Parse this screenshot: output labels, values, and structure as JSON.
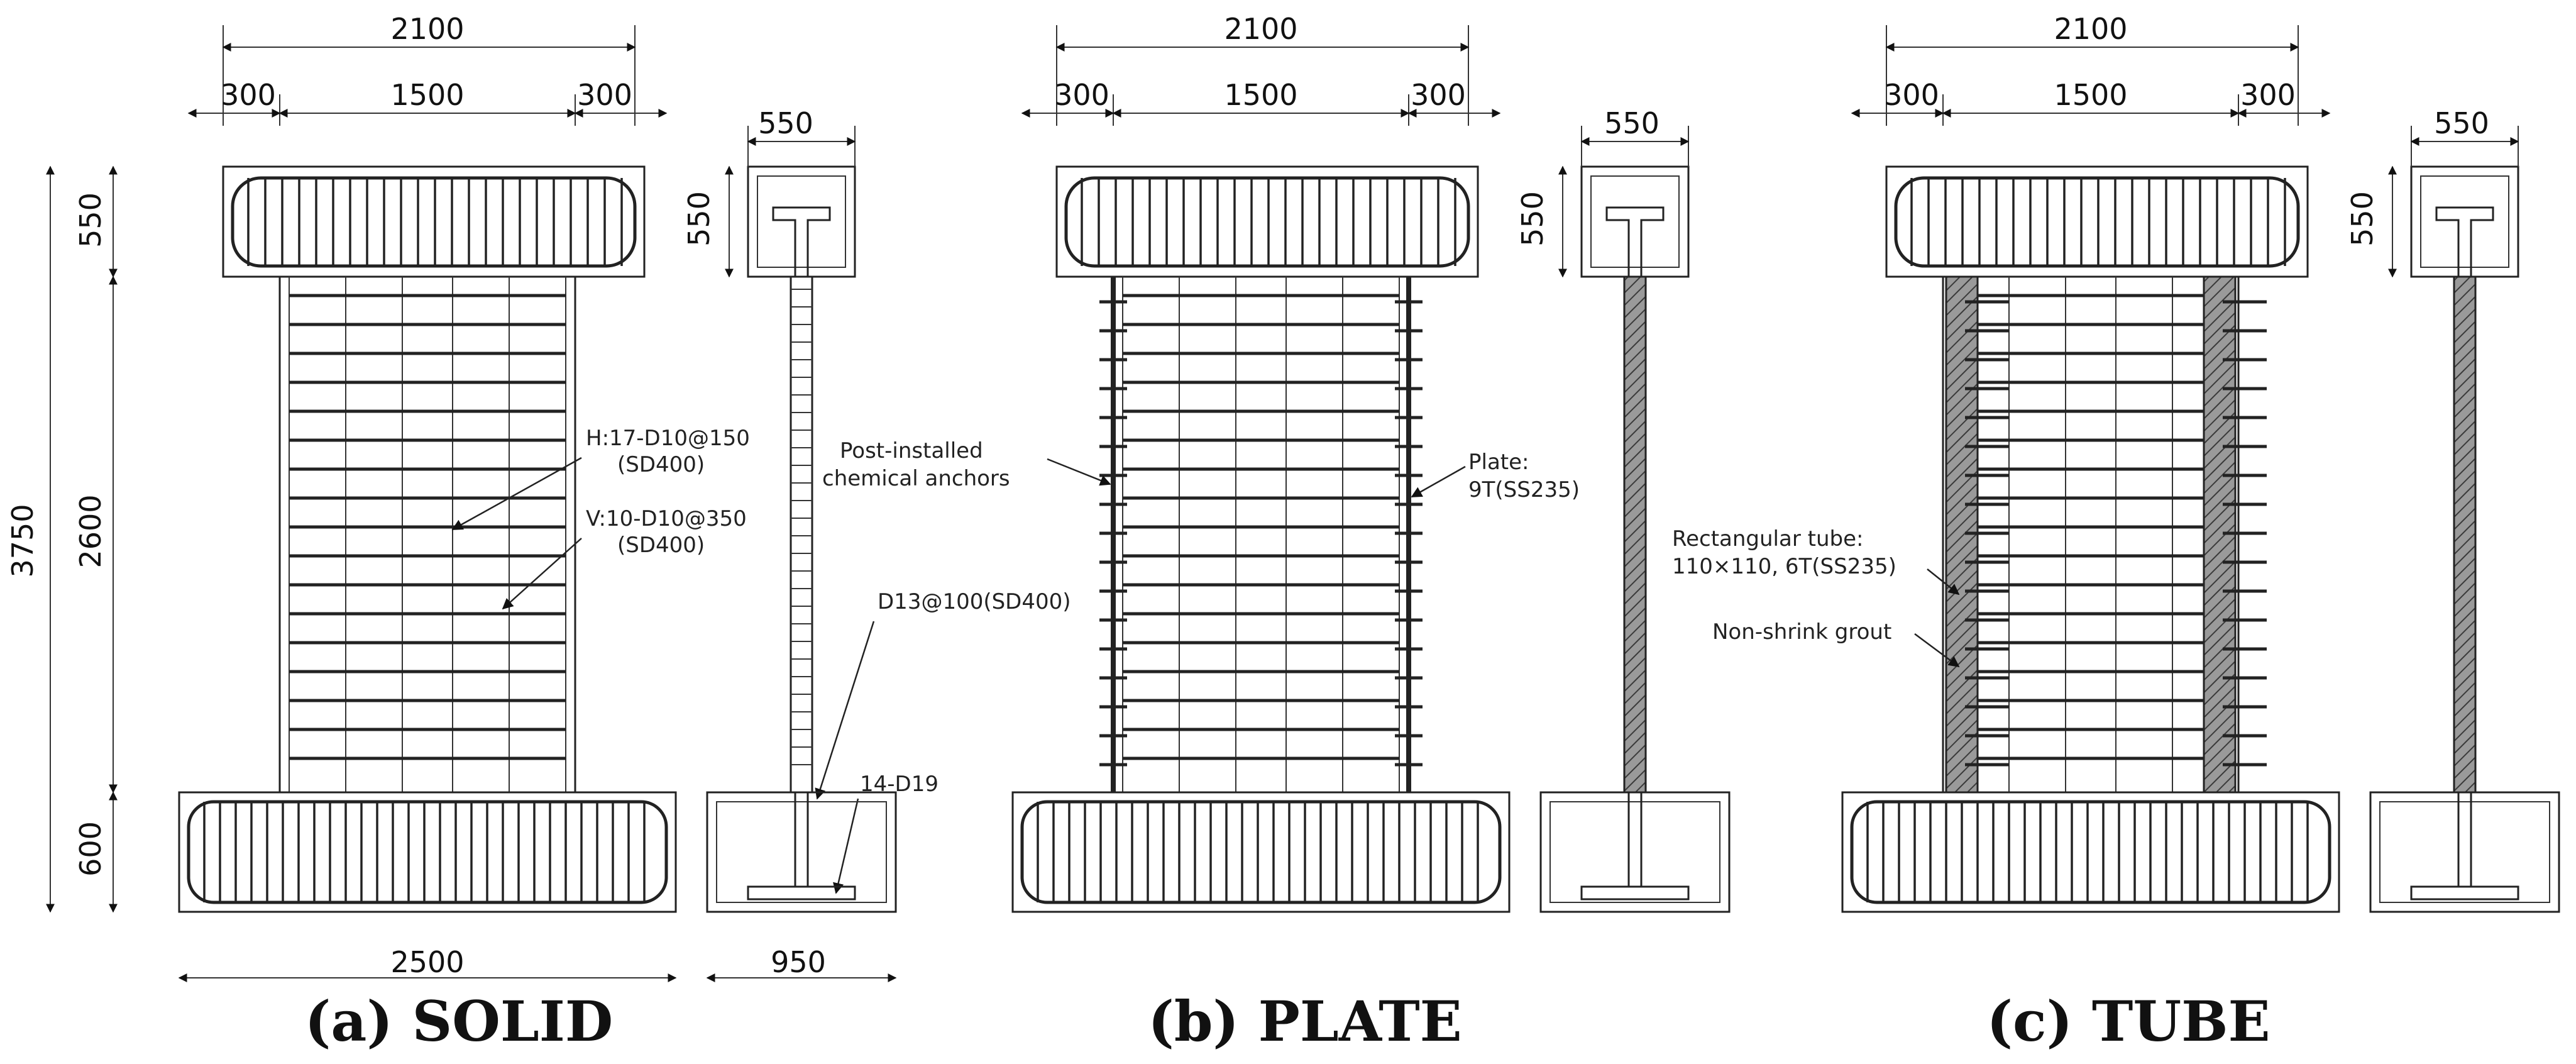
{
  "panels": [
    {
      "key": "solid",
      "caption": "(a) SOLID",
      "dim_top_total": "2100",
      "dim_top_left": "300",
      "dim_top_mid": "1500",
      "dim_top_right": "300",
      "dim_side_width": "550",
      "dim_side_height": "550",
      "dim_height_total": "3750",
      "dim_top_beam": "550",
      "dim_wall": "2600",
      "dim_footing": "600",
      "dim_bottom_footing": "2500",
      "dim_bottom_side": "950",
      "notes": {
        "horizontal": [
          "H:17-D10@150",
          "(SD400)"
        ],
        "vertical": [
          "V:10-D10@350",
          "(SD400)"
        ],
        "tie": [
          "D13@100(SD400)"
        ],
        "main": [
          "14-D19"
        ]
      }
    },
    {
      "key": "plate",
      "caption": "(b) PLATE",
      "dim_top_total": "2100",
      "dim_top_left": "300",
      "dim_top_mid": "1500",
      "dim_top_right": "300",
      "dim_side_width": "550",
      "dim_side_height": "550",
      "notes": {
        "anchor": [
          "Post-installed",
          "chemical anchors"
        ],
        "plate": [
          "Plate:",
          "9T(SS235)"
        ]
      }
    },
    {
      "key": "tube",
      "caption": "(c) TUBE",
      "dim_top_total": "2100",
      "dim_top_left": "300",
      "dim_top_mid": "1500",
      "dim_top_right": "300",
      "dim_side_width": "550",
      "dim_side_height": "550",
      "notes": {
        "tube": [
          "Rectangular tube:",
          "110×110, 6T(SS235)"
        ],
        "grout": [
          "Non-shrink grout"
        ]
      }
    }
  ]
}
